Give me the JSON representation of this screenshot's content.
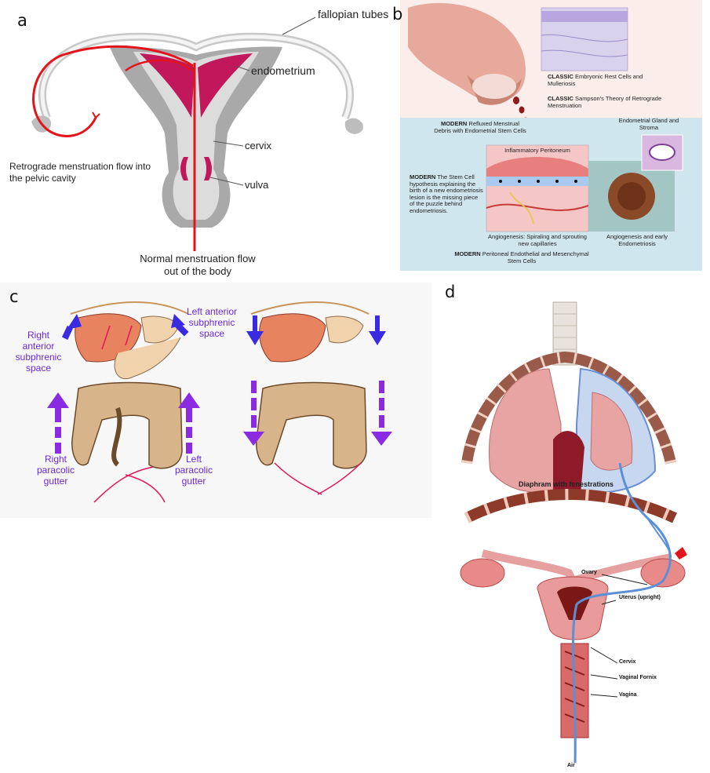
{
  "panels": {
    "a": {
      "label": "a",
      "labels": {
        "fallopian_tubes": "fallopian tubes",
        "endometrium": "endometrium",
        "cervix": "cervix",
        "vulva": "vulva",
        "retrograde": "Retrograde menstruation flow into the pelvic cavity",
        "normal_l1": "Normal menstruation flow",
        "normal_l2": "out of the body"
      }
    },
    "b": {
      "label": "b",
      "classic1_bold": "CLASSIC",
      "classic1_text": "Embryonic Rest Cells and Mulleriosis",
      "classic2_bold": "CLASSIC",
      "classic2_text": "Sampson's Theory of Retrograde Menstruation",
      "modern1_bold": "MODERN",
      "modern1_text": "Refluxed Menstrual Debris with Endometrial Stem Cells",
      "inflammatory": "Inflammatory Peritoneum",
      "gland_stroma": "Endometrial Gland and Stroma",
      "modern2_bold": "MODERN",
      "modern2_text": "The Stem Cell hypothesis explaining the birth of a new endometriosis lesion is the missing piece of the puzzle behind endometriosis.",
      "angio1": "Angiogenesis: Spiraling and sprouting new capillaries",
      "angio2": "Angiogenesis and early Endometriosis",
      "modern3_bold": "MODERN",
      "modern3_text": "Peritoneal Endothelial and Mesenchymal Stem Cells"
    },
    "c": {
      "label": "c",
      "right_anterior": "Right anterior subphrenic space",
      "left_anterior": "Left anterior subphrenic space",
      "right_paracolic": "Right paracolic gutter",
      "left_paracolic": "Left paracolic gutter"
    },
    "d": {
      "label": "d",
      "diaphragm": "Diaphram with fenestrations",
      "ovary": "Ovary",
      "uterus": "Uterus (upright)",
      "cervix": "Cervix",
      "fornix": "Vaginal  Fornix",
      "vagina": "Vagina",
      "air": "Air"
    }
  },
  "colors": {
    "flow_red": "#e3141b",
    "endometrium_pink": "#c2185b",
    "arrow_purple": "#8a2be2",
    "arrow_blue": "#3a2ae0",
    "lung_pink": "#e8a3a3",
    "air_blue": "#5b8fd6"
  }
}
